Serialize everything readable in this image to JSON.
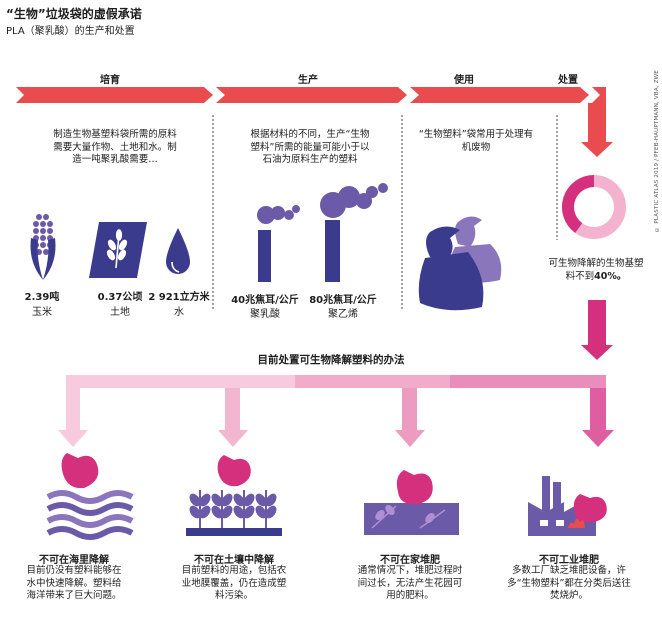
{
  "header": {
    "title": "“生物”垃圾袋的虚假承诺",
    "subtitle": "PLA（聚乳酸）的生产和处置",
    "credit": "© PLASTIC ATLAS 2019 / PFEB-HAUPTMANN, VBA, ZWE"
  },
  "stages": [
    {
      "label": "培育"
    },
    {
      "label": "生产"
    },
    {
      "label": "使用"
    },
    {
      "label": "处置"
    }
  ],
  "cultivation": {
    "text": "制造生物基塑料袋所需的原料需要大量作物、土地和水。制造一吨聚乳酸需要…",
    "items": [
      {
        "value": "2.39吨",
        "label": "玉米",
        "icon": "corn-icon"
      },
      {
        "value": "0.37公顷",
        "label": "土地",
        "icon": "land-icon"
      },
      {
        "value": "2 921立方米",
        "label": "水",
        "icon": "water-drop-icon"
      }
    ]
  },
  "production": {
    "text": "根据材料的不同，生产“生物塑料”所需的能量可能小于以石油为原料生产的塑料",
    "items": [
      {
        "value": "40兆焦耳/公斤",
        "label": "聚乳酸"
      },
      {
        "value": "80兆焦耳/公斤",
        "label": "聚乙烯"
      }
    ]
  },
  "use": {
    "text": "“生物塑料”袋常用于处理有机废物"
  },
  "disposal": {
    "text": "可生物降解的生物基塑料不到",
    "percent_label": "40%。",
    "share": 0.4
  },
  "methods_title": "目前处置可生物降解塑料的办法",
  "methods": [
    {
      "title": "不可在海里降解",
      "text": "目前仍没有塑料能够在水中快速降解。塑料给海洋带来了巨大问题。"
    },
    {
      "title": "不可在土壤中降解",
      "text": "目前塑料的用途，包括农业地膜覆盖，仍在造成塑料污染。"
    },
    {
      "title": "不可在家堆肥",
      "text": "通常情况下，堆肥过程时间过长，无法产生花园可用的肥料。"
    },
    {
      "title": "不可工业堆肥",
      "text": "多数工厂缺乏堆肥设备，许多“生物塑料”都在分类后送往焚烧炉。"
    }
  ],
  "colors": {
    "red": "#e94b4f",
    "pink_light": "#f3b3cf",
    "pink_mid": "#eea0c4",
    "magenta": "#d5307e",
    "purple": "#6a5aa8",
    "navy": "#3b3b8e",
    "sea": "#8a76bb"
  }
}
